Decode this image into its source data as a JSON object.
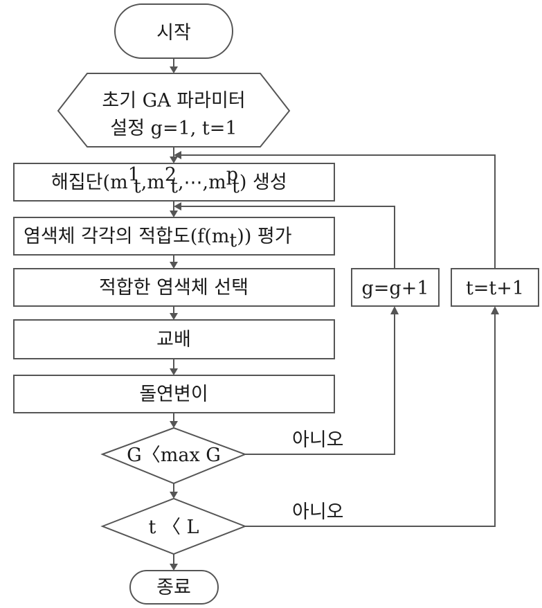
{
  "flowchart": {
    "start": "시작",
    "init_line1": "초기 GA 파라미터",
    "init_line2": "설정 g=1, t=1",
    "gen_prefix": "해집단(",
    "gen_m": "m",
    "gen_t": "t",
    "gen_sup1": "1",
    "gen_sup2": "2",
    "gen_supp": "p",
    "gen_comma": ",",
    "gen_dots": ",⋯,",
    "gen_suffix": ")  생성",
    "eval_prefix": "염색체 각각의 적합도(",
    "eval_f": "f",
    "eval_paren_open": "(",
    "eval_m": "m",
    "eval_t": "t",
    "eval_suffix": ")) 평가",
    "select": "적합한 염색체 선택",
    "crossover": "교배",
    "mutation": "돌연변이",
    "cond1": "G〈max G",
    "cond2": "t 〈 L",
    "no_label_1": "아니오",
    "no_label_2": "아니오",
    "g_update": "g=g+1",
    "t_update": "t=t+1",
    "end": "종료"
  }
}
